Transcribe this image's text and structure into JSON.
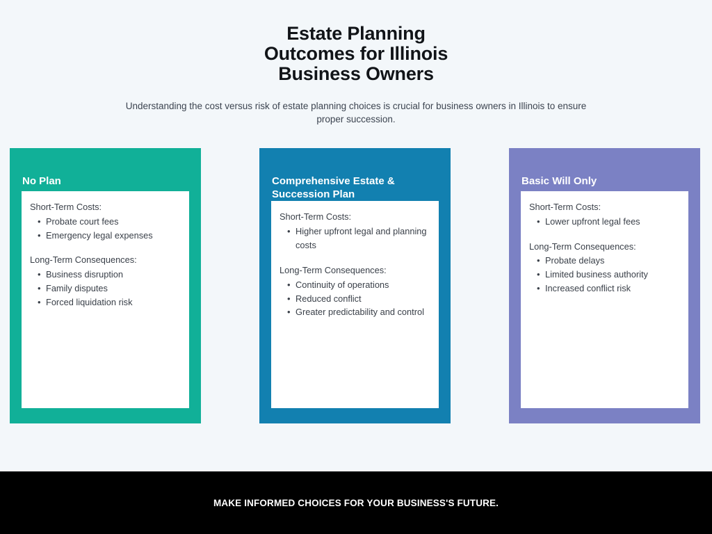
{
  "page": {
    "background_color": "#f3f7fa"
  },
  "header": {
    "title_lines": [
      "Estate Planning",
      "Outcomes for Illinois",
      "Business Owners"
    ],
    "subtitle": "Understanding the cost versus risk of estate planning choices is crucial for business owners in Illinois to ensure proper succession."
  },
  "cards": [
    {
      "title": "No Plan",
      "color": "#11b098",
      "sections": [
        {
          "heading": "Short-Term Costs:",
          "items": [
            "Probate court fees",
            "Emergency legal expenses"
          ]
        },
        {
          "heading": "Long-Term Consequences:",
          "items": [
            "Business disruption",
            "Family disputes",
            "Forced liquidation risk"
          ]
        }
      ]
    },
    {
      "title": "Comprehensive Estate & Succession Plan",
      "color": "#1280b0",
      "sections": [
        {
          "heading": "Short-Term Costs:",
          "items": [
            "Higher upfront legal and planning costs"
          ]
        },
        {
          "heading": "Long-Term Consequences:",
          "items": [
            "Continuity of operations",
            "Reduced conflict",
            "Greater predictability and control"
          ]
        }
      ]
    },
    {
      "title": "Basic Will Only",
      "color": "#7b81c4",
      "sections": [
        {
          "heading": "Short-Term Costs:",
          "items": [
            "Lower upfront legal fees"
          ]
        },
        {
          "heading": "Long-Term Consequences:",
          "items": [
            "Probate delays",
            "Limited business authority",
            "Increased conflict risk"
          ]
        }
      ]
    }
  ],
  "footer": {
    "text": "MAKE INFORMED CHOICES FOR YOUR BUSINESS'S FUTURE.",
    "background_color": "#000000",
    "text_color": "#ffffff"
  }
}
